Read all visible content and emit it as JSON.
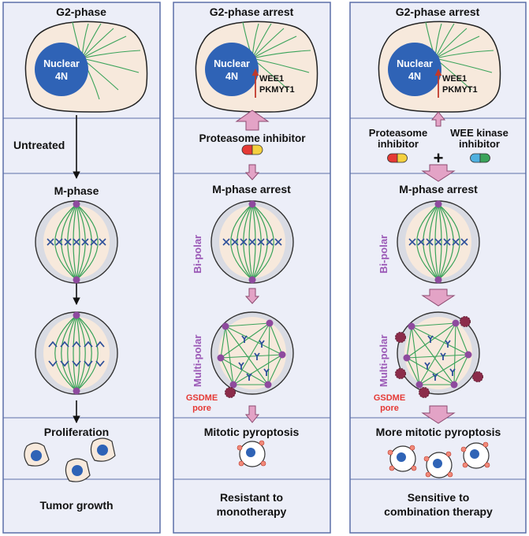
{
  "col1": {
    "g2_title": "G2-phase",
    "nucleus_line1": "Nuclear",
    "nucleus_line2": "4N",
    "transition": "Untreated",
    "m_title": "M-phase",
    "prolif_title": "Proliferation",
    "outcome": "Tumor growth"
  },
  "col2": {
    "g2_title": "G2-phase arrest",
    "nucleus_line1": "Nuclear",
    "nucleus_line2": "4N",
    "kinase1": "WEE1",
    "kinase2": "PKMYT1",
    "drug": "Proteasome inhibitor",
    "m_title": "M-phase arrest",
    "bipolar": "Bi-polar",
    "multipolar": "Multi-polar",
    "gsdme1": "GSDME",
    "gsdme2": "pore",
    "result": "Mitotic pyroptosis",
    "outcome1": "Resistant to",
    "outcome2": "monotherapy"
  },
  "col3": {
    "g2_title": "G2-phase arrest",
    "nucleus_line1": "Nuclear",
    "nucleus_line2": "4N",
    "kinase1": "WEE1",
    "kinase2": "PKMYT1",
    "drug1_line1": "Proteasome",
    "drug1_line2": "inhibitor",
    "plus": "+",
    "drug2_line1": "WEE kinase",
    "drug2_line2": "inhibitor",
    "m_title": "M-phase arrest",
    "bipolar": "Bi-polar",
    "multipolar": "Multi-polar",
    "gsdme1": "GSDME",
    "gsdme2": "pore",
    "result": "More mitotic pyroptosis",
    "outcome1": "Sensitive to",
    "outcome2": "combination therapy"
  },
  "colors": {
    "panel_bg": "#eceef8",
    "panel_border": "#5b6fa8",
    "cell_fill": "#f7e9dc",
    "nucleus": "#2f63b6",
    "spindle": "#3aa35a",
    "centrosome": "#8e4a9e",
    "chromosome": "#2d4f9a",
    "arrow_pink": "#e3a3c6",
    "label_purple": "#9b59b6",
    "gsdme_red": "#e53935",
    "pore": "#8b2c4a"
  }
}
